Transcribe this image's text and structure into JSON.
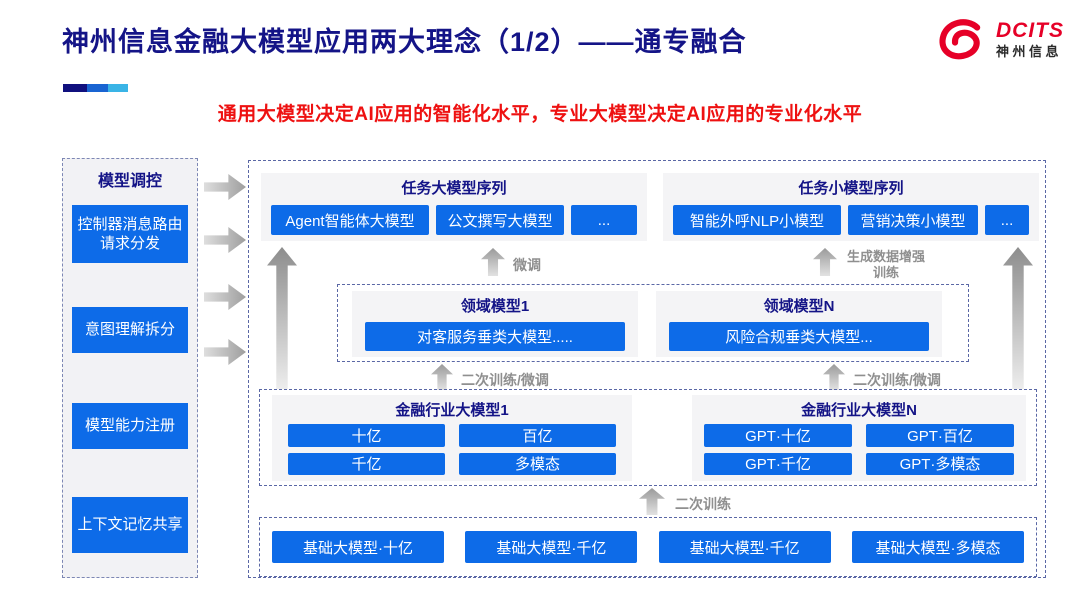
{
  "header": {
    "title": "神州信息金融大模型应用两大理念（1/2）——通专融合",
    "subtitle": "通用大模型决定AI应用的智能化水平，专业大模型决定AI应用的专业化水平",
    "logo": {
      "brand": "DCITS",
      "brand_cn": "神州信息"
    }
  },
  "colors": {
    "accent_blue": "#0d6be8",
    "title_navy": "#141487",
    "subtitle_red": "#ee1111",
    "logo_red": "#e60027",
    "arrow_gray": "#9e9e9e",
    "bar_segments": [
      "#10107e",
      "#1964d2",
      "#3ab4e6"
    ]
  },
  "sidebar": {
    "title": "模型调控",
    "items": [
      "控制器消息路由请求分发",
      "意图理解拆分",
      "模型能力注册",
      "上下文记忆共享"
    ]
  },
  "diagram": {
    "task_large": {
      "title": "任务大模型序列",
      "items": [
        "Agent智能体大模型",
        "公文撰写大模型",
        "..."
      ]
    },
    "task_small": {
      "title": "任务小模型序列",
      "items": [
        "智能外呼NLP小模型",
        "营销决策小模型",
        "..."
      ]
    },
    "domain1": {
      "title": "领域模型1",
      "item": "对客服务垂类大模型....."
    },
    "domainN": {
      "title": "领域模型N",
      "item": "风险合规垂类大模型..."
    },
    "industry1": {
      "title": "金融行业大模型1",
      "items": [
        "十亿",
        "百亿",
        "千亿",
        "多模态"
      ]
    },
    "industryN": {
      "title": "金融行业大模型N",
      "items": [
        "GPT·十亿",
        "GPT·百亿",
        "GPT·千亿",
        "GPT·多模态"
      ]
    },
    "base": {
      "items": [
        "基础大模型·十亿",
        "基础大模型·千亿",
        "基础大模型·千亿",
        "基础大模型·多模态"
      ]
    },
    "labels": {
      "finetune": "微调",
      "gen_data": "生成数据增强训练",
      "retrain_ft": "二次训练/微调",
      "retrain": "二次训练"
    }
  }
}
